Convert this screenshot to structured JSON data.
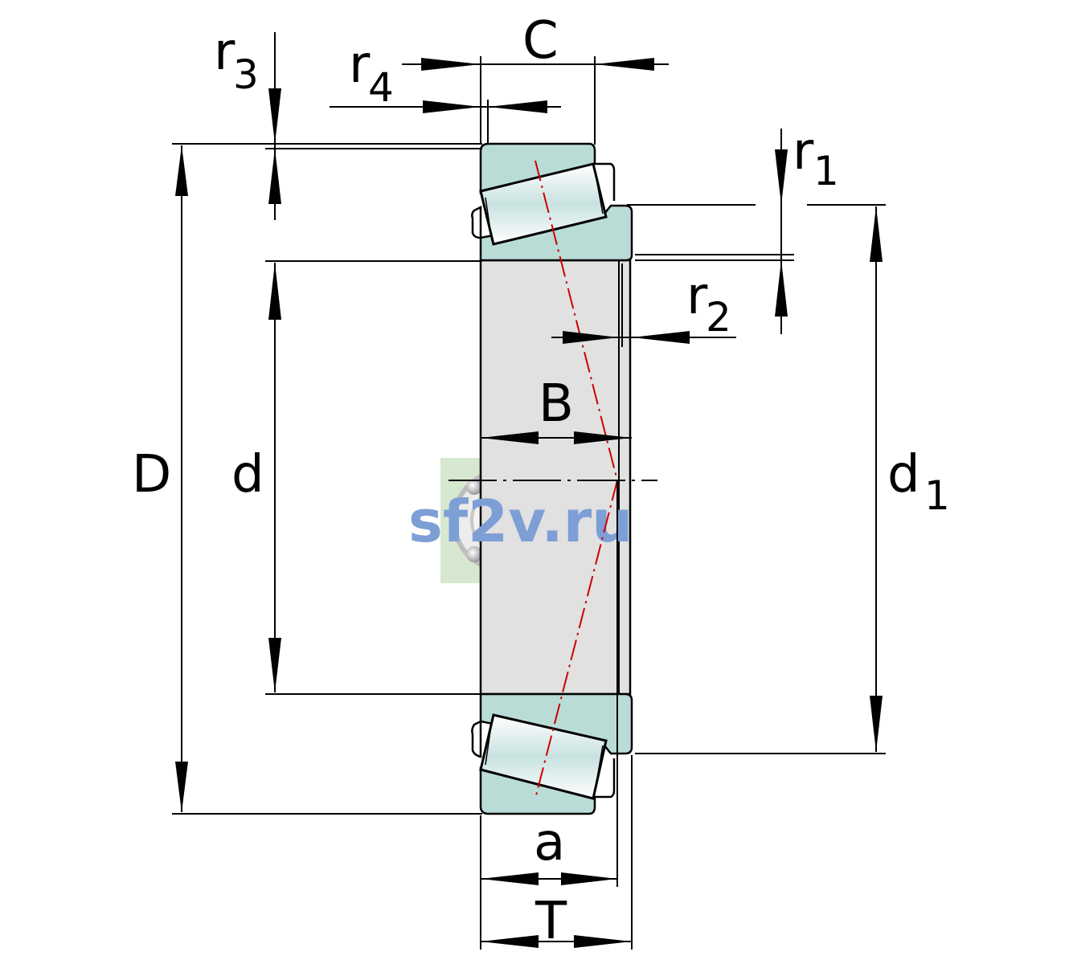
{
  "drawing": {
    "labels": {
      "C": "C",
      "r3": "r",
      "r3_sub": "3",
      "r4": "r",
      "r4_sub": "4",
      "r1": "r",
      "r1_sub": "1",
      "r2": "r",
      "r2_sub": "2",
      "B": "B",
      "D": "D",
      "d": "d",
      "d1": "d",
      "d1_sub": "1",
      "a": "a",
      "T": "T"
    },
    "watermark": "sf2v.ru",
    "colors": {
      "ring_fill": "#b9dcd7",
      "bore_fill": "#e1e1e1",
      "roller_fill": "#e6f0f0",
      "axis_line": "#cc0000",
      "line": "#000000",
      "watermark_text": "#7d9fd6"
    }
  }
}
